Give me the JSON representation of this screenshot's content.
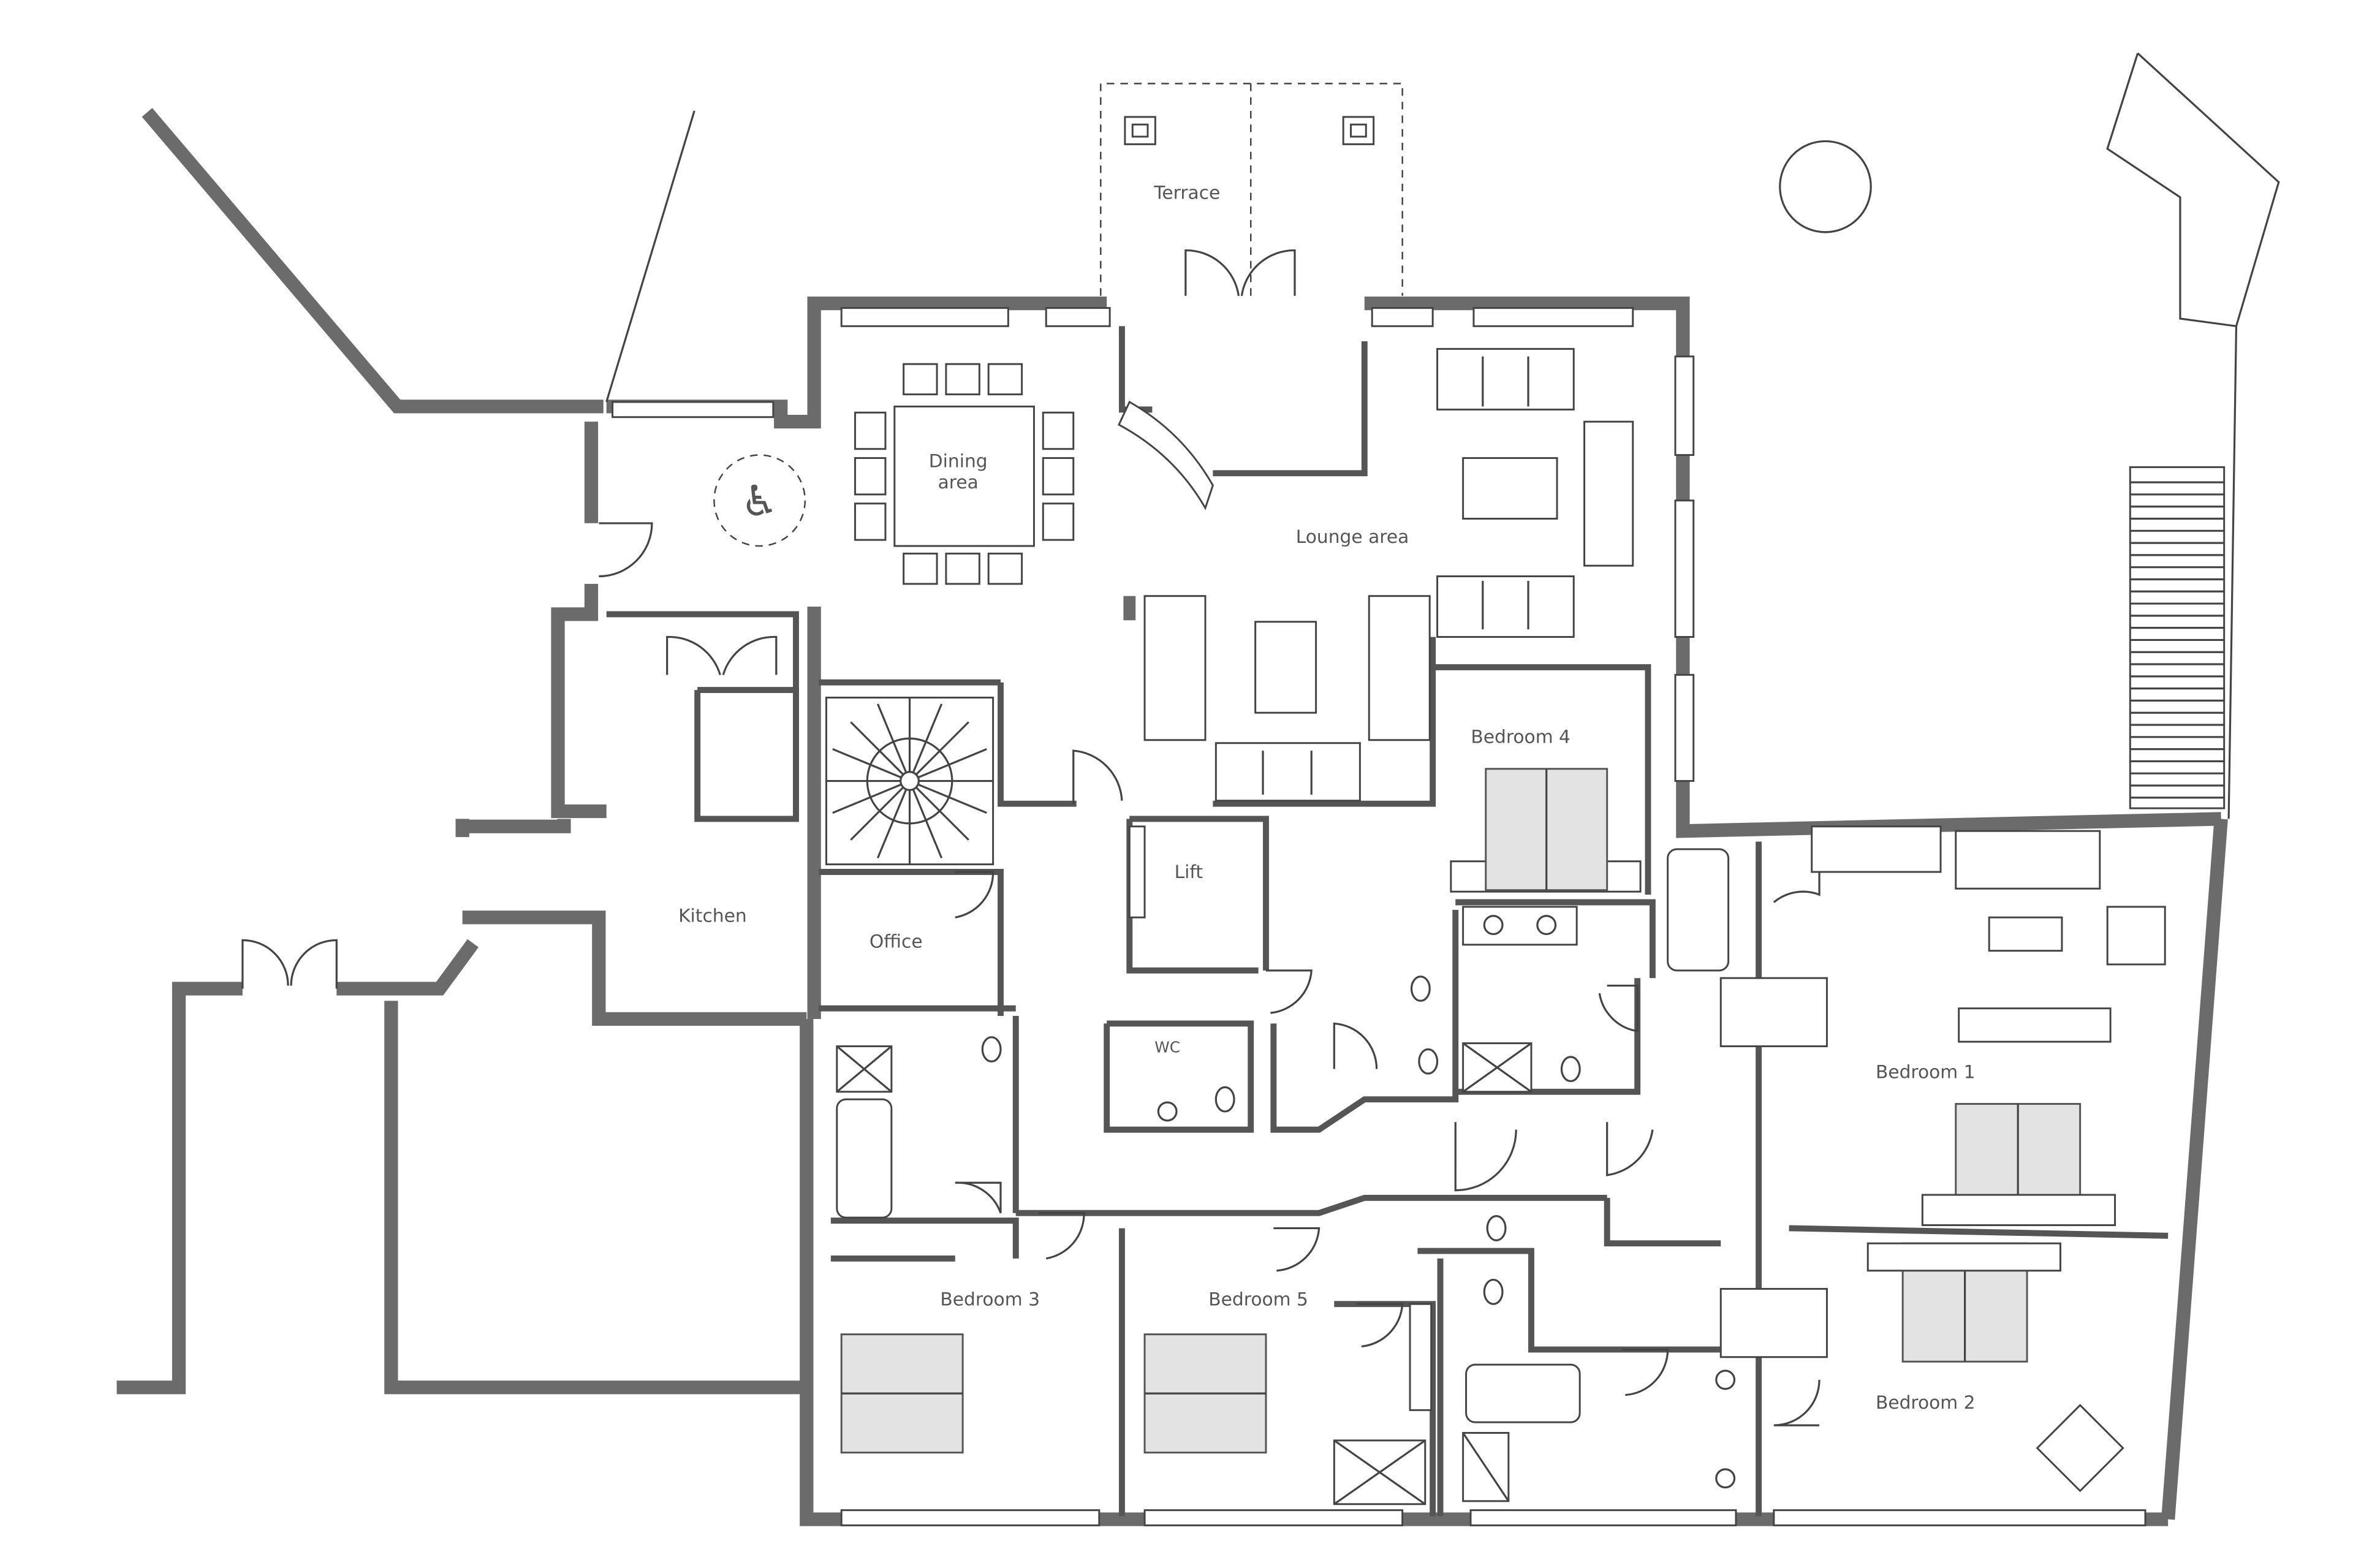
{
  "plan": {
    "rooms": {
      "terrace": "Terrace",
      "dining_line1": "Dining",
      "dining_line2": "area",
      "lounge": "Lounge area",
      "bedroom4": "Bedroom 4",
      "lift": "Lift",
      "kitchen": "Kitchen",
      "office": "Office",
      "wc": "WC",
      "bedroom1": "Bedroom 1",
      "bedroom2": "Bedroom 2",
      "bedroom3": "Bedroom 3",
      "bedroom5": "Bedroom 5"
    },
    "icons": [
      "wheelchair-accessible-icon",
      "spiral-staircase-icon",
      "staircase-icon",
      "door-swing-icon"
    ],
    "colors": {
      "wall": "#6b6b6b",
      "bed": "#e3e3e3",
      "line": "#444444"
    }
  }
}
